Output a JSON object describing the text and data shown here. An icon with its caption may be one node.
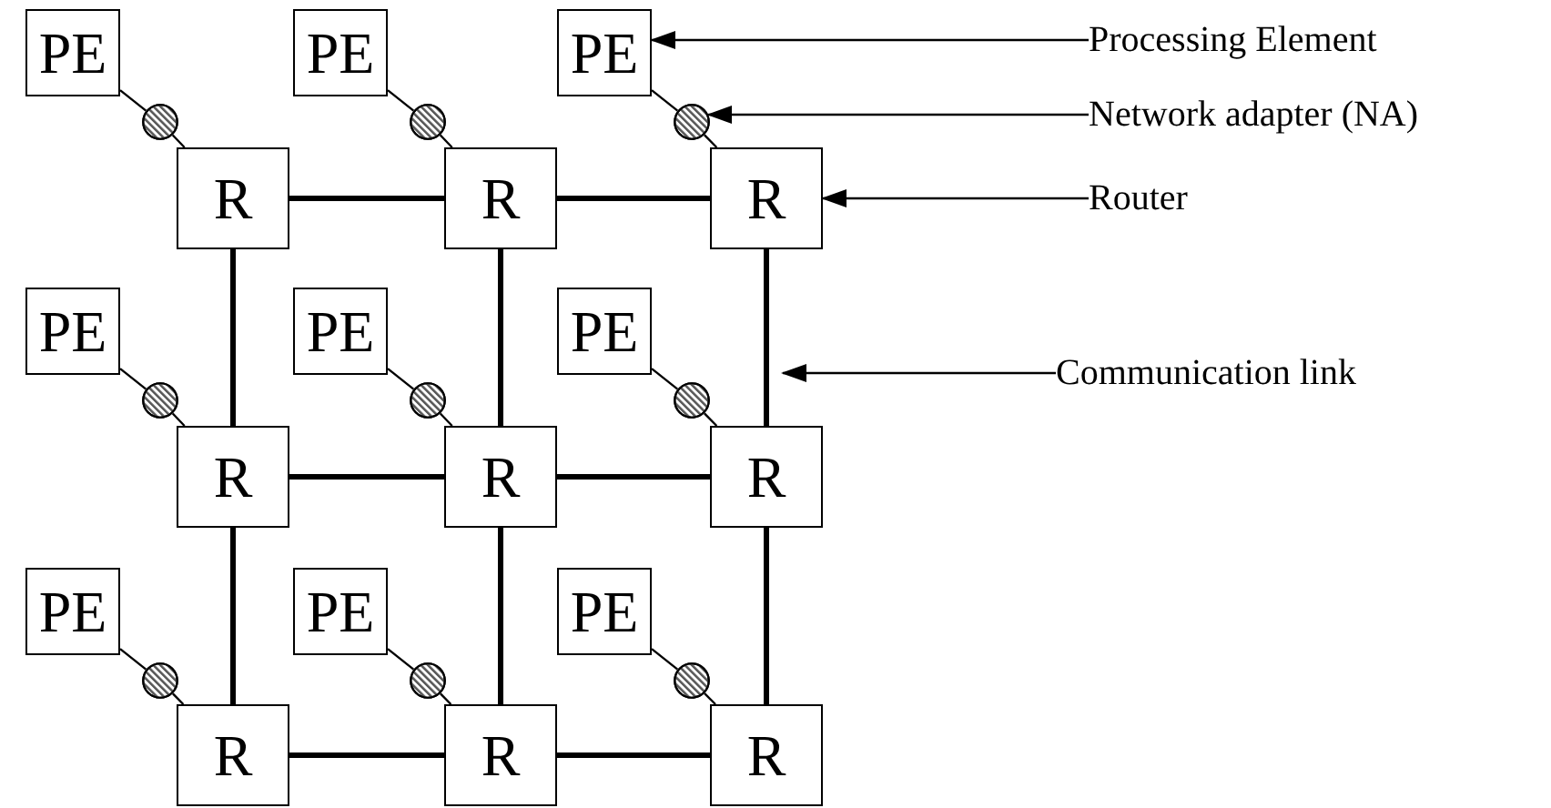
{
  "diagram": {
    "nodes": [
      {
        "text": [
          "PE"
        ]
      },
      {
        "text": [],
        "shape": "circle"
      },
      {
        "text": [
          "R"
        ]
      },
      {
        "text": [
          "PE"
        ]
      },
      {
        "text": [],
        "shape": "circle"
      },
      {
        "text": [
          "R"
        ]
      },
      {
        "text": [
          "PE"
        ]
      },
      {
        "text": [],
        "shape": "circle"
      },
      {
        "text": [
          "R"
        ]
      },
      {
        "text": [
          "PE"
        ]
      },
      {
        "text": [],
        "shape": "circle"
      },
      {
        "text": [
          "R"
        ]
      },
      {
        "text": [
          "PE"
        ]
      },
      {
        "text": [],
        "shape": "circle"
      },
      {
        "text": [
          "R"
        ]
      },
      {
        "text": [
          "PE"
        ]
      },
      {
        "text": [],
        "shape": "circle"
      },
      {
        "text": [
          "R"
        ]
      },
      {
        "text": [
          "PE"
        ]
      },
      {
        "text": [],
        "shape": "circle"
      },
      {
        "text": [
          "R"
        ]
      },
      {
        "text": [
          "PE"
        ]
      },
      {
        "text": [],
        "shape": "circle"
      },
      {
        "text": [
          "R"
        ]
      },
      {
        "text": [
          "PE"
        ]
      },
      {
        "text": [],
        "shape": "circle"
      },
      {
        "text": [
          "R"
        ]
      },
      {
        "text": [
          "Processing Element"
        ]
      },
      {
        "text": [
          "Network adapter (NA)"
        ]
      },
      {
        "text": [
          "Router"
        ]
      },
      {
        "text": [
          "Communication link"
        ]
      }
    ],
    "edges": [
      {
        "from": 0,
        "to": 1,
        "arrow": "none"
      },
      {
        "from": 1,
        "to": 2,
        "arrow": "none"
      },
      {
        "from": 3,
        "to": 4,
        "arrow": "none"
      },
      {
        "from": 4,
        "to": 5,
        "arrow": "none"
      },
      {
        "from": 6,
        "to": 7,
        "arrow": "none"
      },
      {
        "from": 7,
        "to": 8,
        "arrow": "none"
      },
      {
        "from": 9,
        "to": 10,
        "arrow": "none"
      },
      {
        "from": 10,
        "to": 11,
        "arrow": "none"
      },
      {
        "from": 12,
        "to": 13,
        "arrow": "none"
      },
      {
        "from": 13,
        "to": 14,
        "arrow": "none"
      },
      {
        "from": 15,
        "to": 16,
        "arrow": "none"
      },
      {
        "from": 16,
        "to": 17,
        "arrow": "none"
      },
      {
        "from": 18,
        "to": 19,
        "arrow": "none"
      },
      {
        "from": 19,
        "to": 20,
        "arrow": "none"
      },
      {
        "from": 21,
        "to": 22,
        "arrow": "none"
      },
      {
        "from": 22,
        "to": 23,
        "arrow": "none"
      },
      {
        "from": 24,
        "to": 25,
        "arrow": "none"
      },
      {
        "from": 25,
        "to": 26,
        "arrow": "none"
      },
      {
        "from": 2,
        "to": 5,
        "arrow": "none",
        "style": "thick"
      },
      {
        "from": 5,
        "to": 8,
        "arrow": "none",
        "style": "thick"
      },
      {
        "from": 11,
        "to": 14,
        "arrow": "none",
        "style": "thick"
      },
      {
        "from": 14,
        "to": 17,
        "arrow": "none",
        "style": "thick"
      },
      {
        "from": 20,
        "to": 23,
        "arrow": "none",
        "style": "thick"
      },
      {
        "from": 23,
        "to": 26,
        "arrow": "none",
        "style": "thick"
      },
      {
        "from": 2,
        "to": 11,
        "arrow": "none",
        "style": "thick"
      },
      {
        "from": 11,
        "to": 20,
        "arrow": "none",
        "style": "thick"
      },
      {
        "from": 5,
        "to": 14,
        "arrow": "none",
        "style": "thick"
      },
      {
        "from": 14,
        "to": 23,
        "arrow": "none",
        "style": "thick"
      },
      {
        "from": 8,
        "to": 17,
        "arrow": "none",
        "style": "thick"
      },
      {
        "from": 17,
        "to": 26,
        "arrow": "none",
        "style": "thick"
      },
      {
        "from": 27,
        "to": 6,
        "arrow": "to"
      },
      {
        "from": 28,
        "to": 7,
        "arrow": "to"
      },
      {
        "from": 29,
        "to": 8,
        "arrow": "to"
      },
      {
        "from": 30,
        "to": null,
        "arrow": "to"
      }
    ]
  }
}
